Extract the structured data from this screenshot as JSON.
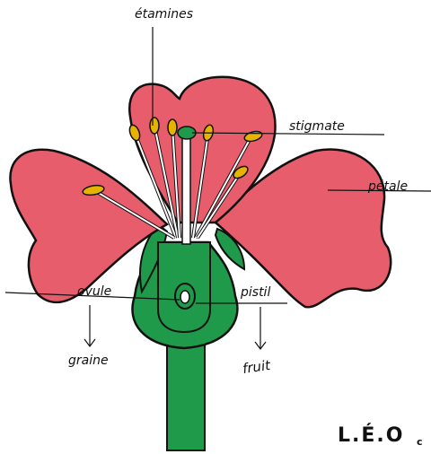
{
  "labels": {
    "etamines": "étamines",
    "stigmate": "stigmate",
    "petale": "pétale",
    "ovule": "ovule",
    "pistil": "pistil",
    "graine": "graine",
    "fruit": "fruit"
  },
  "signature": {
    "main": "L.É.O",
    "small": "c"
  },
  "colors": {
    "petal": "#e85d6b",
    "petal_edge": "#111111",
    "stem": "#1f9a4a",
    "stem_dark": "#0f6b2e",
    "anther": "#e6b400",
    "filament": "#ffffff",
    "background": "#ffffff"
  }
}
